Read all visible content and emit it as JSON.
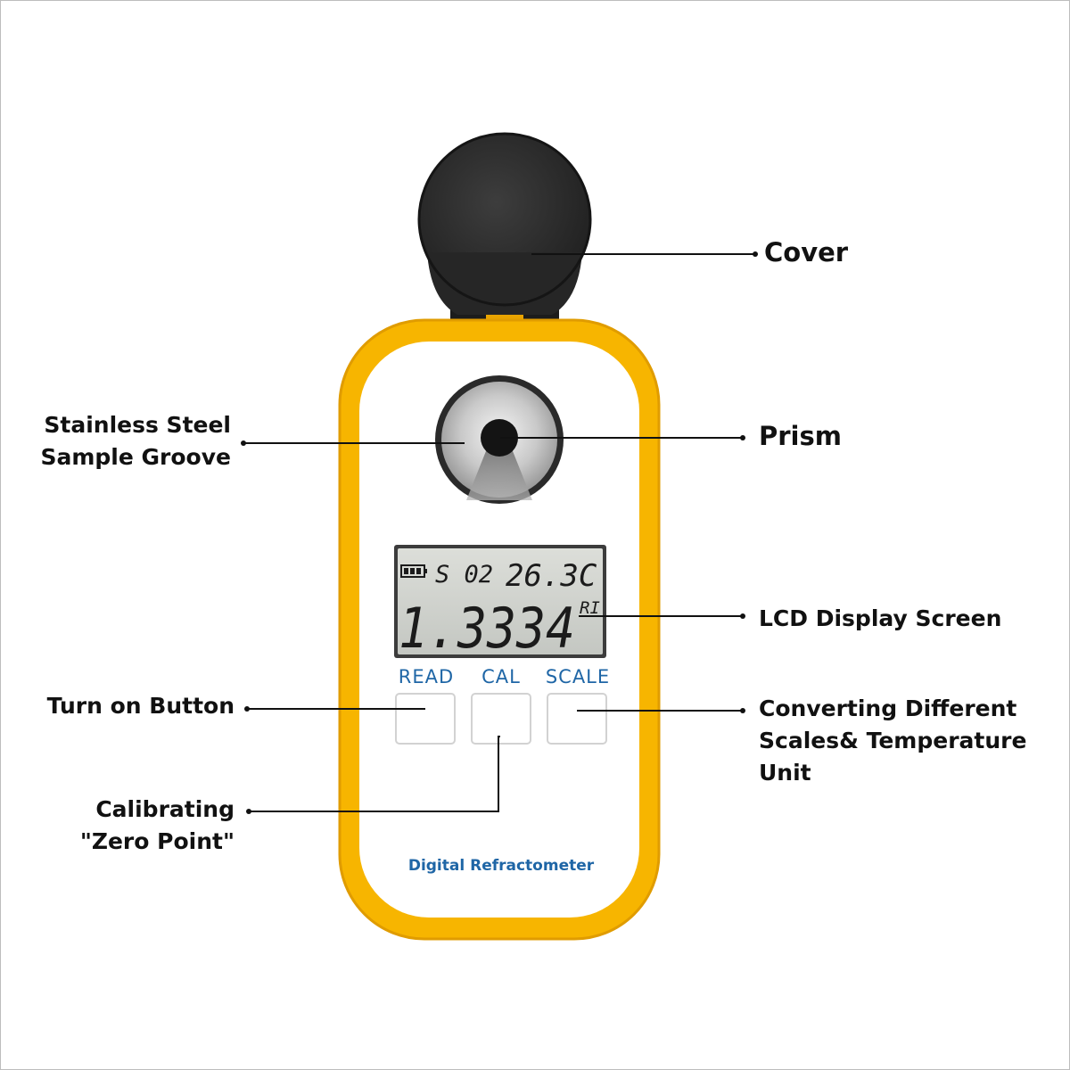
{
  "device": {
    "brand_label": "Digital Refractometer",
    "buttons": [
      {
        "key": "read",
        "label": "READ"
      },
      {
        "key": "cal",
        "label": "CAL"
      },
      {
        "key": "scale",
        "label": "SCALE"
      }
    ],
    "lcd": {
      "mode": "S 02",
      "temperature": "26.3C",
      "reading": "1.3334",
      "unit": "RI"
    }
  },
  "callouts": {
    "cover": "Cover",
    "prism": "Prism",
    "groove_line1": "Stainless Steel",
    "groove_line2": "Sample Groove",
    "lcd": "LCD Display Screen",
    "turn_on_button": "Turn on Button",
    "scale_line1": "Converting Different",
    "scale_line2": "Scales& Temperature",
    "scale_line3": "Unit",
    "cal_line1": "Calibrating",
    "cal_line2": "\"Zero Point\""
  },
  "colors": {
    "housing": "#f7b500",
    "housing_edge": "#e09c00",
    "face": "#ffffff",
    "cover": "#2c2c2c",
    "lcd_bg": "#cfd2cd",
    "label_blue": "#1f66a6",
    "leader_line": "#111111"
  }
}
